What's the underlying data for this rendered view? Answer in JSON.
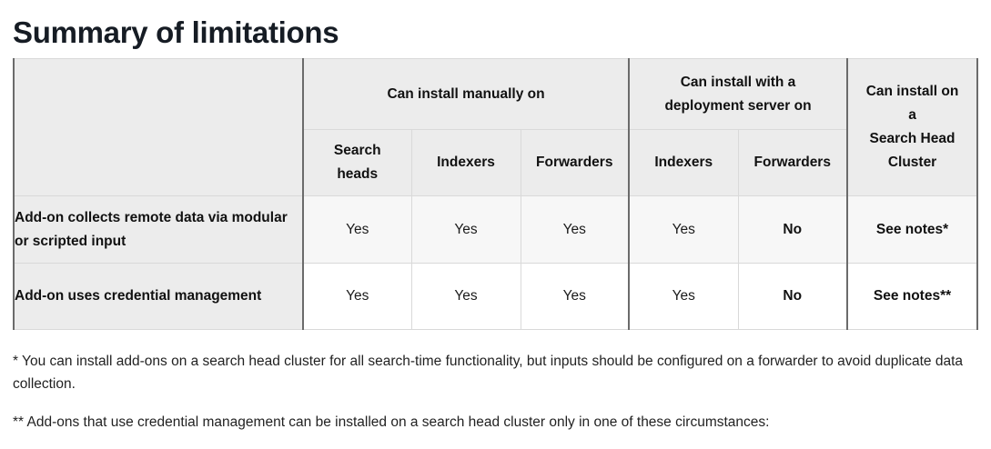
{
  "page": {
    "title": "Summary of limitations"
  },
  "table": {
    "corner_label": "",
    "group_headers": [
      {
        "label": "Can install manually on",
        "span": 3
      },
      {
        "label": "Can install with a deployment server on",
        "span": 2
      },
      {
        "label": "Can install on a\nSearch Head Cluster",
        "span": 1
      }
    ],
    "sub_headers": [
      "Search heads",
      "Indexers",
      "Forwarders",
      "Indexers",
      "Forwarders"
    ],
    "tall_header": "Can install on a Search Head Cluster",
    "tall_header_line1": "Can install on",
    "tall_header_line2": "a",
    "tall_header_line3": "Search Head",
    "tall_header_line4": "Cluster",
    "group_header_1": "Can install manually on",
    "group_header_2_line1": "Can install with a",
    "group_header_2_line2": "deployment server on",
    "sub_header_1_line1": "Search",
    "sub_header_1_line2": "heads",
    "sub_header_2": "Indexers",
    "sub_header_3": "Forwarders",
    "sub_header_4": "Indexers",
    "sub_header_5": "Forwarders",
    "rows": [
      {
        "label": "Add-on collects remote data via modular or scripted input",
        "cells": [
          {
            "value": "Yes",
            "bold": false
          },
          {
            "value": "Yes",
            "bold": false
          },
          {
            "value": "Yes",
            "bold": false
          },
          {
            "value": "Yes",
            "bold": false
          },
          {
            "value": "No",
            "bold": true
          },
          {
            "value": "See notes*",
            "bold": true
          }
        ]
      },
      {
        "label": "Add-on uses credential management",
        "cells": [
          {
            "value": "Yes",
            "bold": false
          },
          {
            "value": "Yes",
            "bold": false
          },
          {
            "value": "Yes",
            "bold": false
          },
          {
            "value": "Yes",
            "bold": false
          },
          {
            "value": "No",
            "bold": true
          },
          {
            "value": "See notes**",
            "bold": true
          }
        ]
      }
    ]
  },
  "notes": [
    "* You can install add-ons on a search head cluster for all search-time functionality, but inputs should be configured on a forwarder to avoid duplicate data collection.",
    "** Add-ons that use credential management can be installed on a search head cluster only in one of these circumstances:"
  ],
  "colors": {
    "header_bg": "#ececec",
    "row_a_bg": "#f7f7f7",
    "row_b_bg": "#ffffff",
    "border_light": "#d9d9d9",
    "border_strong": "#6b6b6b",
    "title": "#161c24",
    "text": "#1b1b1b"
  }
}
